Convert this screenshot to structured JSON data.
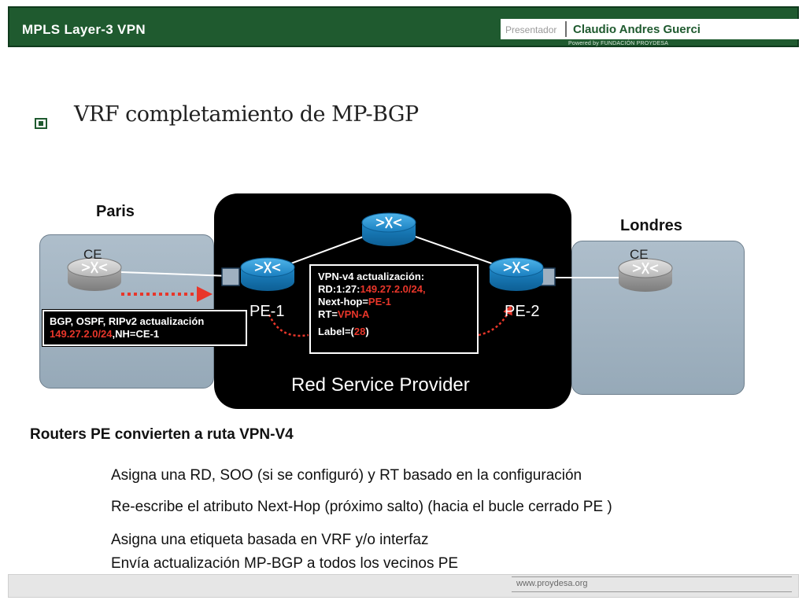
{
  "header": {
    "title": "MPLS Layer-3 VPN",
    "presenter_label": "Presentador",
    "presenter_name": "Claudio Andres Guerci",
    "powered_by": "Powered by FUNDACIÓN PROYDESA"
  },
  "slide": {
    "title": "VRF completamiento de MP-BGP"
  },
  "diagram": {
    "site_left_label": "Paris",
    "site_right_label": "Londres",
    "ce_left_label": "CE",
    "ce_right_label": "CE",
    "pe1_label": "PE-1",
    "pe2_label": "PE-2",
    "provider_label": "Red Service Provider",
    "vpn_update": {
      "line1": "VPN-v4 actualización:",
      "rd_prefix": "RD:1:27:",
      "rd_value": "149.27.2.0/24,",
      "nexthop_prefix": "Next-hop=",
      "nexthop_value": "PE-1",
      "rt_prefix": "RT=",
      "rt_value": "VPN-A",
      "label_prefix": "Label=(",
      "label_value": "28",
      "label_suffix": ")"
    },
    "bgp_update": {
      "line1": "BGP, OSPF, RIPv2 actualización",
      "prefix_value": "149.27.2.0/24",
      "nh_text": ",NH=CE-1"
    },
    "colors": {
      "provider": "#000000",
      "site": "#a3b4c2",
      "highlight": "#e8362a",
      "router_blue": "#1e8fd0",
      "router_gray": "#bdbdbd"
    }
  },
  "content": {
    "sub_heading": "Routers PE convierten a ruta VPN-V4",
    "bullets": [
      "Asigna una RD, SOO (si se configuró) y RT basado en la  configuración",
      "Re-escribe el atributo Next-Hop (próximo salto) (hacia el bucle cerrado PE )",
      "Asigna una etiqueta basada en VRF y/o interfaz",
      "Envía actualización MP-BGP a todos los vecinos PE"
    ]
  },
  "footer": {
    "url": "www.proydesa.org"
  }
}
